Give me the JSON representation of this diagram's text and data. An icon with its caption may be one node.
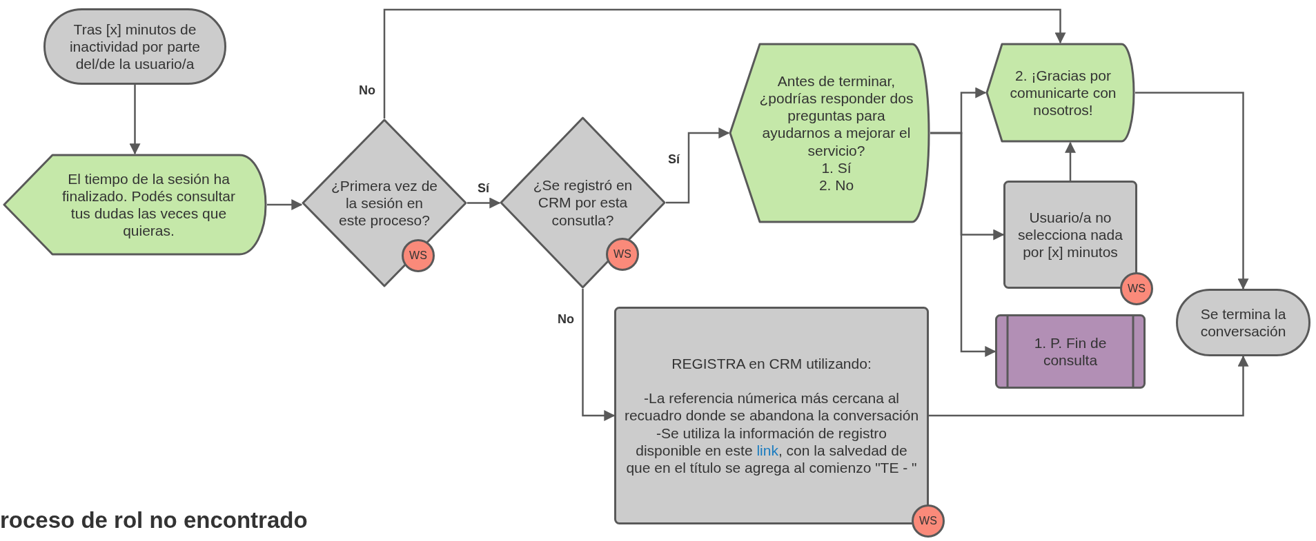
{
  "diagram": {
    "title": "roceso de rol no encontrado",
    "nodes": [
      {
        "text": [
          "Tras [x] minutos de inactividad por parte del/de la usuario/a"
        ]
      },
      {
        "text": [
          "El tiempo de la sesión ha finalizado. Podés consultar tus dudas las veces que quieras."
        ]
      },
      {
        "text": [
          "¿Primera vez de la sesión en este proceso?"
        ]
      },
      {
        "text": [
          "¿Se registró en CRM por esta consutla?"
        ]
      },
      {
        "text": [
          "Antes de terminar, ¿podrías responder dos preguntas para ayudarnos a mejorar el servicio?",
          "1. Sí",
          "2. No"
        ]
      },
      {
        "text": [
          "2. ¡Gracias por comunicarte con nosotros!"
        ]
      },
      {
        "text": [
          "Usuario/a no selecciona nada por [x] minutos"
        ]
      },
      {
        "text": [
          "1. P. Fin de consulta"
        ]
      },
      {
        "text": [
          "Se termina la conversación"
        ]
      },
      {
        "text": [
          "REGISTRA en CRM utilizando:",
          "-La referencia númerica más cercana al recuadro donde se abandona la conversación",
          "-Se utiliza la información de registro disponible en este",
          "link",
          ", con la salvedad de que en el título se agrega al comienzo \"TE - \""
        ]
      },
      {
        "text": [
          "WS"
        ]
      },
      {
        "text": [
          "WS"
        ]
      },
      {
        "text": [
          "WS"
        ]
      },
      {
        "text": [
          "WS"
        ]
      }
    ],
    "edges": [
      {
        "from": 0,
        "to": 1,
        "arrow": "to"
      },
      {
        "from": 1,
        "to": 2,
        "arrow": "to"
      },
      {
        "from": 2,
        "to": 3,
        "arrow": "to",
        "label": "Sí"
      },
      {
        "from": 2,
        "to": 5,
        "arrow": "to",
        "label": "No"
      },
      {
        "from": 3,
        "to": 4,
        "arrow": "to",
        "label": "Sí"
      },
      {
        "from": 3,
        "to": 9,
        "arrow": "to",
        "label": "No"
      },
      {
        "from": 4,
        "to": 5,
        "arrow": "to"
      },
      {
        "from": 4,
        "to": 6,
        "arrow": "to"
      },
      {
        "from": 4,
        "to": 7,
        "arrow": "to"
      },
      {
        "from": 6,
        "to": 5,
        "arrow": "to"
      },
      {
        "from": 5,
        "to": 8,
        "arrow": "to"
      },
      {
        "from": 9,
        "to": 8,
        "arrow": "to"
      }
    ]
  }
}
